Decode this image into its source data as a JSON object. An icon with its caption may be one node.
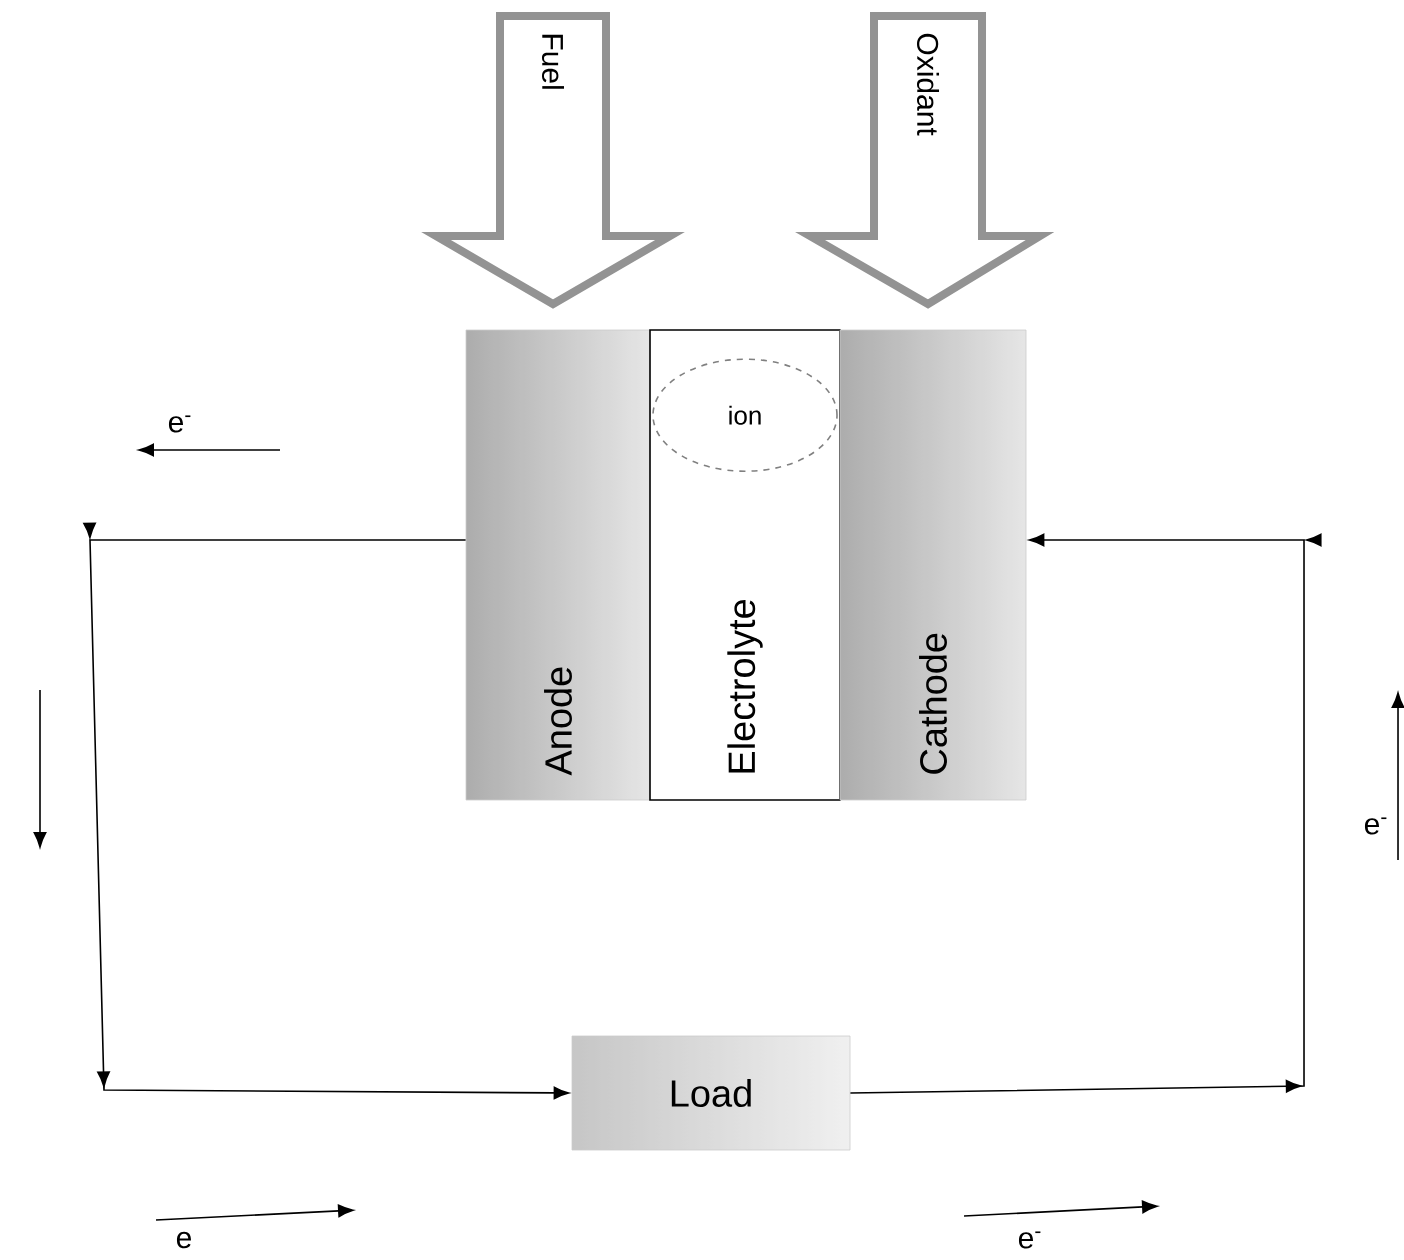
{
  "diagram": {
    "nodes": [
      {
        "text": [
          "Fuel"
        ]
      },
      {
        "text": [
          "Oxidant"
        ]
      },
      {
        "text": [
          "Anode"
        ]
      },
      {
        "text": [
          "Electrolyte"
        ]
      },
      {
        "text": [
          "ion"
        ],
        "in": 3
      },
      {
        "text": [
          "Cathode"
        ]
      },
      {
        "text": [
          "Load"
        ]
      }
    ],
    "edges": [
      {
        "from": 2,
        "to": 6,
        "arrow": "to"
      },
      {
        "from": 6,
        "to": 5,
        "arrow": "to"
      }
    ],
    "labels": [
      "e$^{-}$",
      "e$^{-}$",
      "e",
      "e$^{-}$"
    ]
  }
}
